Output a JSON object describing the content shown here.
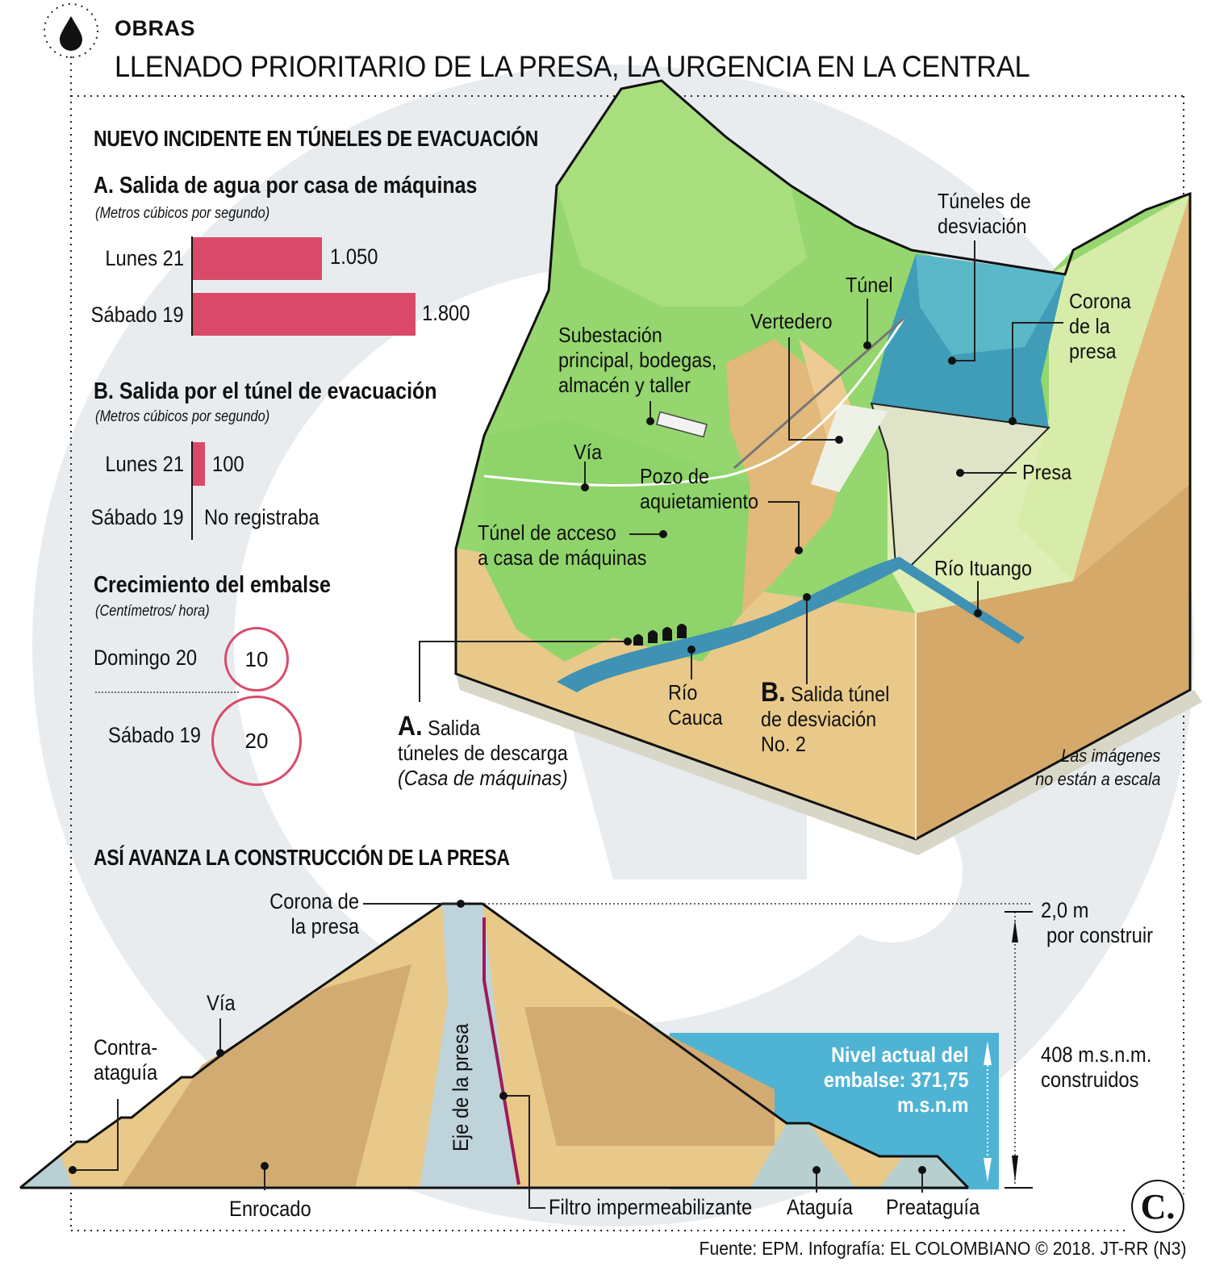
{
  "header": {
    "kicker": "OBRAS",
    "title": "LLENADO PRIORITARIO DE LA PRESA, LA URGENCIA EN LA CENTRAL",
    "icon": "water-drop-icon"
  },
  "incident": {
    "heading": "NUEVO INCIDENTE EN TÚNELES DE EVACUACIÓN",
    "chart_a": {
      "title": "A. Salida de agua por casa de máquinas",
      "unit": "(Metros cúbicos por segundo)",
      "rows": [
        {
          "label": "Lunes 21",
          "value": "1.050"
        },
        {
          "label": "Sábado 19",
          "value": "1.800"
        }
      ]
    },
    "chart_b": {
      "title": "B. Salida por el túnel de evacuación",
      "unit": "(Metros cúbicos por segundo)",
      "rows": [
        {
          "label": "Lunes 21",
          "value": "100"
        },
        {
          "label": "Sábado 19",
          "value": "No registraba"
        }
      ]
    },
    "growth": {
      "title": "Crecimiento del embalse",
      "unit": "(Centímetros/ hora)",
      "rows": [
        {
          "label": "Domingo 20",
          "value": "10"
        },
        {
          "label": "Sábado 19",
          "value": "20"
        }
      ]
    }
  },
  "map": {
    "labels": {
      "tuneles_desviacion": [
        "Túneles de",
        "desviación"
      ],
      "tunel": "Túnel",
      "corona": [
        "Corona",
        "de la",
        "presa"
      ],
      "vertedero": "Vertedero",
      "subestacion": [
        "Subestación",
        "principal, bodegas,",
        "almacén y taller"
      ],
      "via": "Vía",
      "pozo": [
        "Pozo de",
        "aquietamiento"
      ],
      "presa": "Presa",
      "tunel_acceso": [
        "Túnel de acceso",
        "a casa de máquinas"
      ],
      "rio_ituango": "Río Ituango",
      "rio_cauca": [
        "Río",
        "Cauca"
      ],
      "salida_b": {
        "letter": "B.",
        "line1": "Salida túnel",
        "line2": "de desviación",
        "line3": "No. 2"
      },
      "salida_a": {
        "letter": "A.",
        "line1": "Salida",
        "line2": "túneles de descarga",
        "line3": "(Casa de máquinas)"
      }
    },
    "scale_note": [
      "Las imágenes",
      "no están a escala"
    ]
  },
  "dam": {
    "heading": "ASÍ AVANZA LA CONSTRUCCIÓN DE LA PRESA",
    "labels": {
      "corona": [
        "Corona de",
        "la presa"
      ],
      "via": "Vía",
      "contra": [
        "Contra-",
        "ataguía"
      ],
      "eje": "Eje de la presa",
      "enrocado": "Enrocado",
      "filtro": "Filtro impermeabilizante",
      "ataguia": "Ataguía",
      "preataguia": "Preataguía"
    },
    "nivel": [
      "Nivel actual del",
      "embalse: 371,75",
      "m.s.n.m"
    ],
    "pending": [
      "2,0 m",
      "por construir"
    ],
    "built": [
      "408 m.s.n.m.",
      "construidos"
    ]
  },
  "footer": {
    "source": "Fuente: EPM. Infografía: EL COLOMBIANO © 2018. JT-RR (N3)",
    "logo": "C."
  },
  "colors": {
    "bar": "#d94a6a",
    "water": "#4fb3d4",
    "rock_light": "#e8c98a",
    "rock_dark": "#d2ab72",
    "core": "#bfd3da",
    "filter": "#9c1a5a",
    "grass": "#8fd46a",
    "bg_circle": "#e8ecef"
  },
  "chart_data": [
    {
      "type": "bar",
      "title": "A. Salida de agua por casa de máquinas",
      "ylabel": "Metros cúbicos por segundo",
      "categories": [
        "Lunes 21",
        "Sábado 19"
      ],
      "values": [
        1050,
        1800
      ],
      "orientation": "horizontal"
    },
    {
      "type": "bar",
      "title": "B. Salida por el túnel de evacuación",
      "ylabel": "Metros cúbicos por segundo",
      "categories": [
        "Lunes 21",
        "Sábado 19"
      ],
      "values": [
        100,
        null
      ],
      "annotations": [
        "100",
        "No registraba"
      ],
      "orientation": "horizontal"
    },
    {
      "type": "bubble",
      "title": "Crecimiento del embalse",
      "ylabel": "Centímetros/ hora",
      "categories": [
        "Domingo 20",
        "Sábado 19"
      ],
      "values": [
        10,
        20
      ]
    }
  ]
}
